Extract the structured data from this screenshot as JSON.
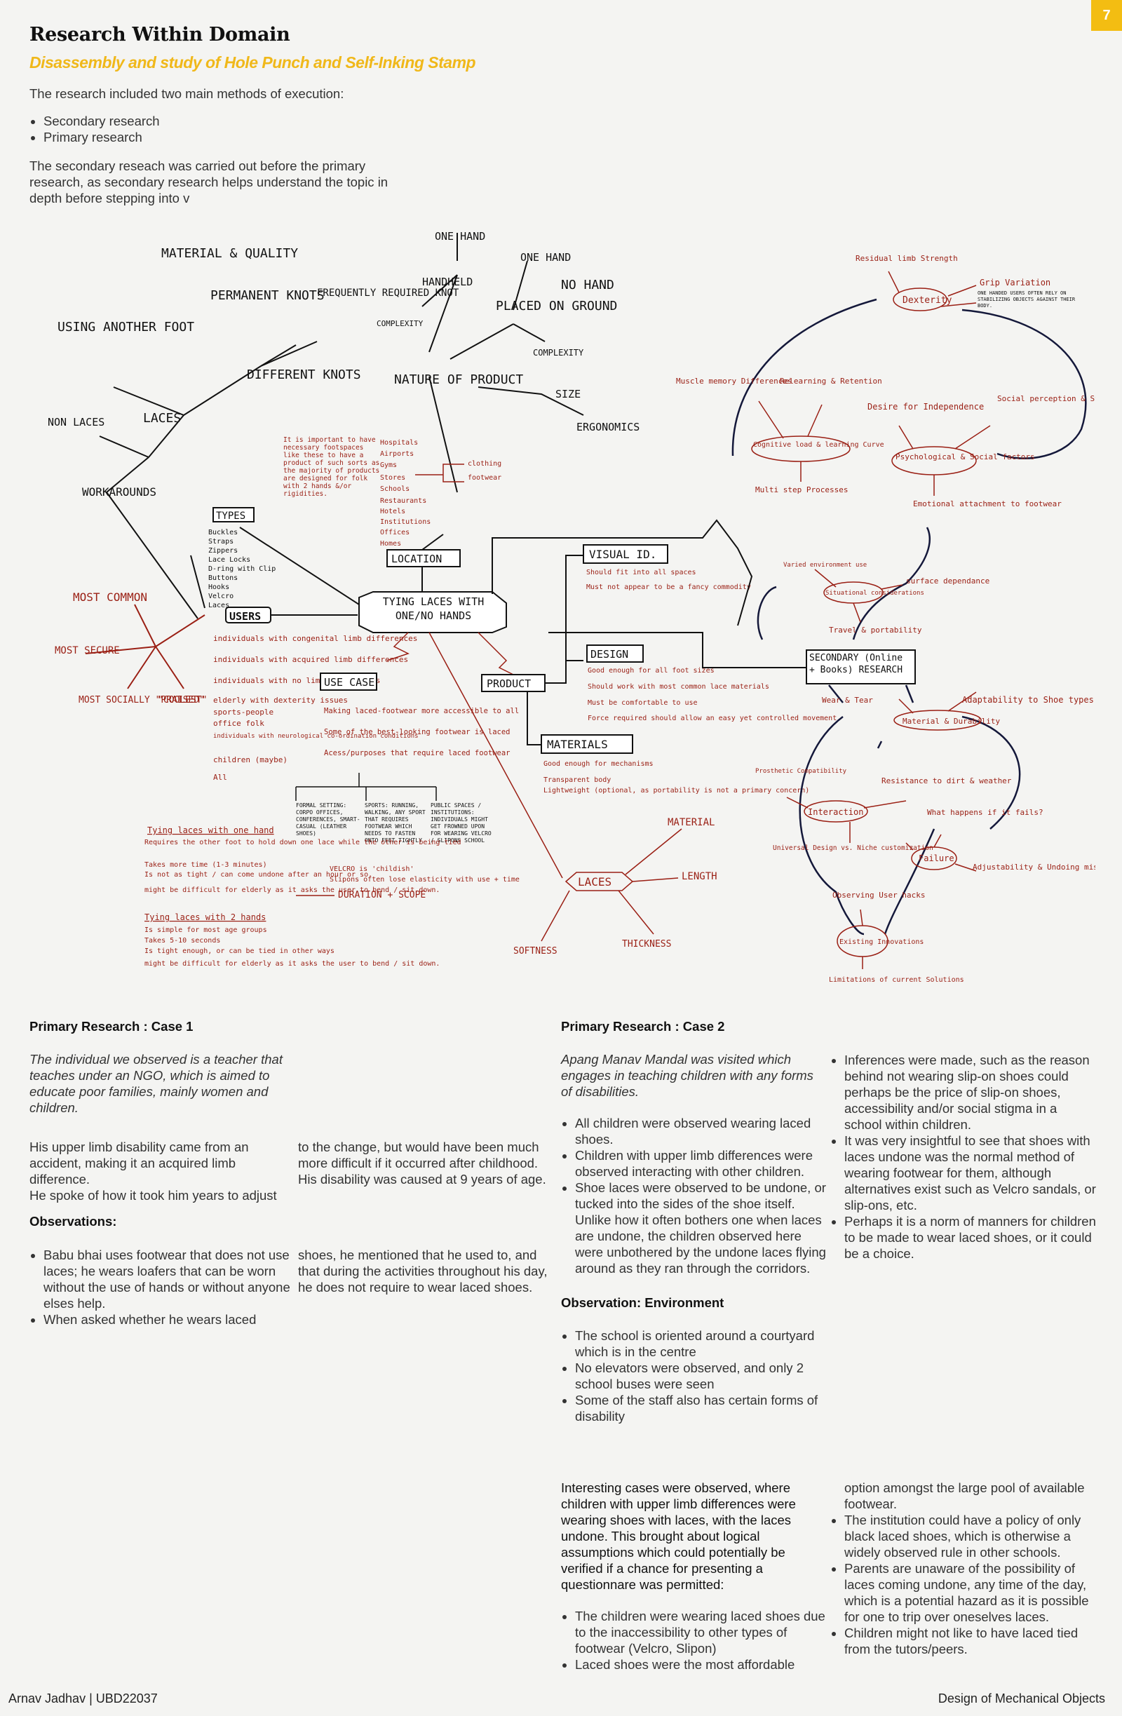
{
  "page_number": "7",
  "header": {
    "title": "Research Within Domain",
    "subtitle": "Disassembly and study of Hole Punch and Self-Inking Stamp"
  },
  "intro": {
    "lead": "The research included two main methods of execution:",
    "methods": [
      "Secondary research",
      "Primary research"
    ],
    "para": "The secondary reseach was carried out before the primary research, as secondary research helps understand the topic in depth before stepping into v"
  },
  "mindmap": {
    "center": "TYING LACES WITH ONE/NO HANDS",
    "left_tree": {
      "material_quality": "MATERIAL & QUALITY",
      "permanent_knots": "PERMANENT KNOTS",
      "frequently_required_knot": "FREQUENTLY REQUIRED KNOT",
      "using_another_foot": "USING ANOTHER FOOT",
      "different_knots": "DIFFERENT KNOTS",
      "non_laces": "NON LACES",
      "laces": "LACES",
      "workarounds": "WORKAROUNDS",
      "one_hand": "ONE HAND",
      "one_hand_2": "ONE HAND",
      "handheld": "HANDHELD",
      "no_hand": "NO HAND",
      "complexity": "COMPLEXITY",
      "placed_on_ground": "PLACED ON GROUND",
      "complexity_2": "COMPLEXITY",
      "nature_of_product": "NATURE OF PRODUCT",
      "size": "SIZE",
      "ergonomics": "ERGONOMICS"
    },
    "types": {
      "label": "TYPES",
      "items": [
        "Buckles",
        "Straps",
        "Zippers",
        "Lace Locks",
        "D-ring with Clip",
        "Buttons",
        "Hooks",
        "Velcro",
        "Laces"
      ]
    },
    "users": {
      "label": "USERS",
      "items": [
        "individuals with congenital limb differences",
        "individuals with acquired limb differences",
        "individuals with no limb differences",
        "elderly with dexterity issues",
        "sports-people",
        "office folk",
        "individuals with neurological co-ordination conditions",
        "children (maybe)",
        "All"
      ]
    },
    "popularity": {
      "most_common": "MOST COMMON",
      "most_secure": "MOST SECURE",
      "most_socially_praised": "MOST SOCIALLY \"PRAISED\"",
      "coolest": "\"COOLEST\""
    },
    "location": {
      "label": "LOCATION",
      "note": "It is important to have necessary footspaces like these to have a product of such sorts as the majority of products are designed for folk with 2 hands &/or rigidities.",
      "places": [
        "Hospitals",
        "Airports",
        "Gyms",
        "Stores",
        "Schools",
        "Restaurants",
        "Hotels",
        "Institutions",
        "Offices",
        "Homes"
      ],
      "store_types": [
        "clothing",
        "footwear"
      ]
    },
    "use_case": {
      "label": "USE CASE",
      "items": [
        "Making laced-footwear more accessible to all",
        "Some of the best-looking footwear is laced",
        "Acess/purposes that require laced footwear"
      ],
      "formal": "FORMAL SETTING: CORPO OFFICES, CONFERENCES, SMART-CASUAL (LEATHER SHOES)",
      "sports": "SPORTS: RUNNING, WALKING, ANY SPORT THAT REQUIRES FOOTWEAR WHICH NEEDS TO FASTEN ONTO FEET TIGHTLY",
      "public": "PUBLIC SPACES / INSTITUTIONS: INDIVIDUALS MIGHT GET FROWNED UPON FOR WEARING VELCRO / SLIPONS SCHOOL",
      "velcro": [
        "VELCRO is 'childish'",
        "Slipons often lose elasticity with use + time"
      ],
      "duration": "DURATION + SCOPE"
    },
    "one_hand_note": {
      "title": "Tying laces with one hand",
      "items": [
        "Requires the other foot to hold down one lace while the other is being tied",
        "Takes more time (1-3 minutes)",
        "Is not as tight / can come undone after an hour or so.",
        "might be difficult for elderly as it asks the user to bend / sit down."
      ]
    },
    "two_hand_note": {
      "title": "Tying laces with 2 hands",
      "items": [
        "Is simple for most age groups",
        "Takes 5-10 seconds",
        "Is tight enough, or can be tied in other ways",
        "might be difficult for elderly as it asks the user to bend / sit down."
      ]
    },
    "product": {
      "label": "PRODUCT",
      "visual_id": "VISUAL ID.",
      "visual_items": [
        "Should fit into all spaces",
        "Must not appear to be a fancy commodity"
      ],
      "design": "DESIGN",
      "design_items": [
        "Good enough for all foot sizes",
        "Should work with most common lace materials",
        "Must be comfortable to use",
        "Force required should allow an easy yet controlled movement"
      ],
      "materials": "MATERIALS",
      "material_items": [
        "Good enough for mechanisms",
        "Transparent body",
        "Lightweight (optional, as portability is not a primary concern)"
      ]
    },
    "laces_node": {
      "label": "LACES",
      "material": "MATERIAL",
      "length": "LENGTH",
      "softness": "SOFTNESS",
      "thickness": "THICKNESS"
    },
    "secondary": {
      "label": "SECONDARY (Online + Books) RESEARCH",
      "residual": "Residual limb Strength",
      "dexterity": "Dexterity",
      "grip": "Grip Variation",
      "grip_note": "ONE HANDED USERS OFTEN RELY ON STABILIZING OBJECTS AGAINST THEIR BODY.",
      "muscle": "Muscle memory Differences",
      "relearning": "Relearning & Retention",
      "desire": "Desire for Independence",
      "social": "Social perception & Stigma",
      "cognitive": "Cognitive load & learning Curve",
      "psych": "Psychological & Social factors",
      "multistep": "Multi step Processes",
      "emotional": "Emotional attachment to footwear",
      "varied": "Varied environment use",
      "situational": "Situational considerations",
      "surface": "surface dependance",
      "travel": "Travel & portability",
      "wear": "Wear & Tear",
      "adaptability": "Adaptability to Shoe types",
      "material_dur": "Material & Durability",
      "prosthetic": "Prosthetic Compatibility",
      "resistance": "Resistance to dirt & weather",
      "interaction": "Interaction",
      "what_happens": "What happens if it fails?",
      "universal": "Universal Design vs. Niche customization",
      "failure": "Failure",
      "adjustability": "Adjustability & Undoing mistakes",
      "observing": "Observing User hacks",
      "existing": "Existing Innovations",
      "limitations": "Limitations of current Solutions"
    }
  },
  "case1": {
    "heading": "Primary Research : Case 1",
    "intro": "The individual we observed is a teacher that teaches under an NGO, which is aimed to educate poor families, mainly women and children.",
    "para_a": "His upper limb disability came from an accident, making it an acquired limb difference.",
    "para_a2": "He spoke of how it took him years to adjust",
    "para_b": "to the change, but would have been much more difficult if it occurred after childhood. His disability was caused at 9 years of age.",
    "obs_heading": "Observations:",
    "obs_left": [
      "Babu bhai uses footwear that does not use laces; he wears loafers that can be worn without the use of hands or without anyone elses help.",
      "When asked whether he wears laced"
    ],
    "obs_right": "shoes, he mentioned that he used to, and that during the activities throughout his day, he does not require to wear laced shoes."
  },
  "case2": {
    "heading": "Primary Research : Case 2",
    "intro": "Apang Manav Mandal was visited which engages in teaching children with any forms of disabilities.",
    "left_items": [
      "All children were observed wearing laced shoes.",
      "Children with upper limb differences were observed interacting with other children.",
      "Shoe laces were observed to be undone, or tucked into the sides of the shoe itself. Unlike how it often bothers one when laces are undone, the children observed here were unbothered by the undone laces flying around as they ran through the corridors."
    ],
    "right_items": [
      "Inferences were made, such as the reason behind not wearing slip-on shoes could perhaps be the price of slip-on shoes, accessibility and/or social stigma in a school within children.",
      "It was very insightful to see that shoes with laces undone was the normal method of wearing footwear for them, although alternatives exist such as Velcro sandals, or slip-ons, etc.",
      "Perhaps it is a norm of manners for children to be made to wear laced shoes, or it could be a choice."
    ],
    "env_heading": "Observation: Environment",
    "env_items": [
      "The school is oriented around a courtyard which is in the centre",
      "No elevators were observed, and only 2 school buses were seen",
      "Some of the staff also has certain forms of disability"
    ],
    "cases_para": "Interesting cases were observed, where children with upper limb differences were wearing shoes with laces, with the laces undone. This brought about logical assumptions which could potentially be verified if a chance for presenting a questionnare was permitted:",
    "cases_left": [
      "The children were wearing laced shoes due to the inaccessibility to other types of footwear (Velcro, Slipon)",
      "Laced shoes were the most affordable"
    ],
    "cases_right_lead": "option amongst the large pool of available footwear.",
    "cases_right": [
      "The institution could have a policy of only black laced shoes, which is otherwise a widely observed rule in other schools.",
      "Parents are unaware of the possibility of laces coming undone, any time of the day, which is a potential hazard as it is possible for one to trip over oneselves laces.",
      "Children might not like to have laced tied from the tutors/peers."
    ]
  },
  "footer": {
    "author": "Arnav Jadhav | UBD22037",
    "course": "Design of Mechanical Objects"
  },
  "colors": {
    "accent": "#f3bd12",
    "ink_red": "#9a1f14",
    "ink_navy": "#14183a"
  }
}
